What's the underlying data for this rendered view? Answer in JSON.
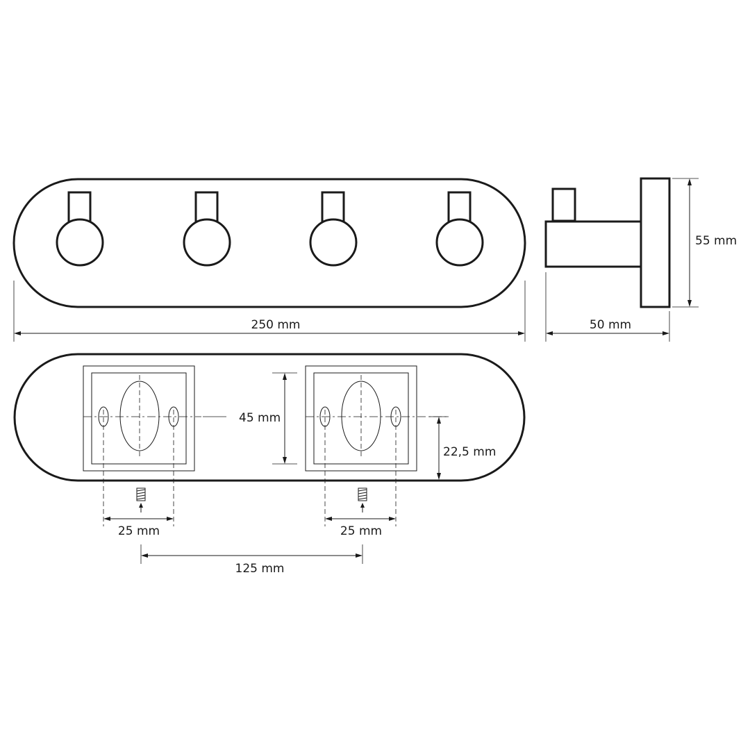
{
  "dimensions": {
    "total_length": "250 mm",
    "depth": "50 mm",
    "height": "55 mm",
    "bracket_height": "45 mm",
    "center_offset": "22,5 mm",
    "hole_spacing_left": "25 mm",
    "hole_spacing_right": "25 mm",
    "bracket_spacing": "125 mm"
  }
}
